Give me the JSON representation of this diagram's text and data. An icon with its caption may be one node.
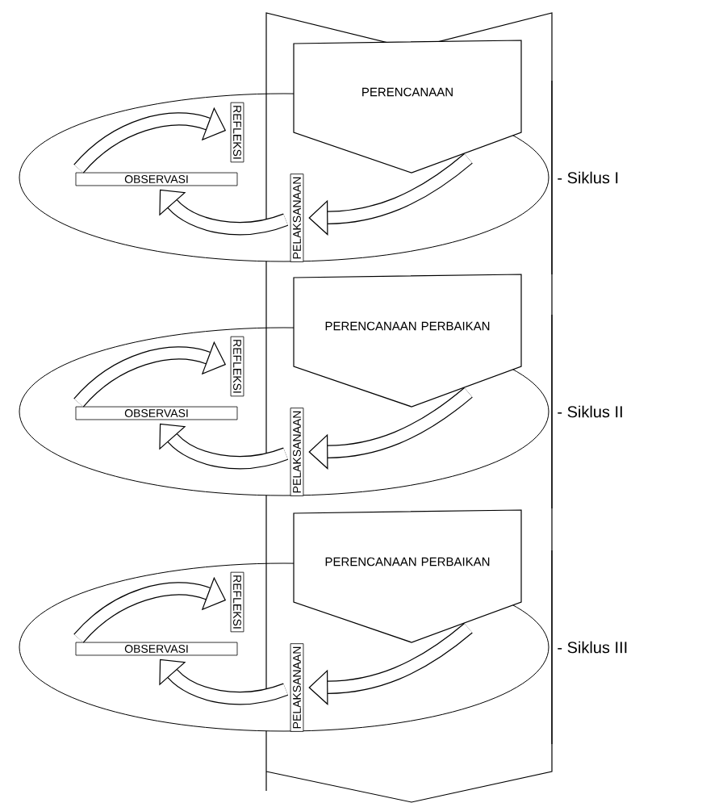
{
  "diagram": {
    "nodes": [
      {
        "text": [
          "PERENCANAAN"
        ]
      },
      {
        "text": [
          "REFLEKSI"
        ]
      },
      {
        "text": [
          "OBSERVASI"
        ]
      },
      {
        "text": [
          "PELAKSANAAN"
        ]
      },
      {
        "text": [
          "PERENCANAAN PERBAIKAN"
        ]
      },
      {
        "text": [
          "REFLEKSI"
        ]
      },
      {
        "text": [
          "OBSERVASI"
        ]
      },
      {
        "text": [
          "PELAKSANAAN"
        ]
      },
      {
        "text": [
          "PERENCANAAN PERBAIKAN"
        ]
      },
      {
        "text": [
          "REFLEKSI"
        ]
      },
      {
        "text": [
          "OBSERVASI"
        ]
      },
      {
        "text": [
          "PELAKSANAAN"
        ]
      }
    ],
    "edges": [
      {
        "from": 0,
        "to": 3,
        "arrow": "to"
      },
      {
        "from": 3,
        "to": 2,
        "arrow": "to"
      },
      {
        "from": 2,
        "to": 1,
        "arrow": "to"
      },
      {
        "from": 4,
        "to": 7,
        "arrow": "to"
      },
      {
        "from": 7,
        "to": 6,
        "arrow": "to"
      },
      {
        "from": 6,
        "to": 5,
        "arrow": "to"
      },
      {
        "from": 8,
        "to": 11,
        "arrow": "to"
      },
      {
        "from": 11,
        "to": 10,
        "arrow": "to"
      },
      {
        "from": 10,
        "to": 9,
        "arrow": "to"
      }
    ],
    "labels": [
      "- Siklus I",
      "- Siklus II",
      "- Siklus III"
    ]
  }
}
